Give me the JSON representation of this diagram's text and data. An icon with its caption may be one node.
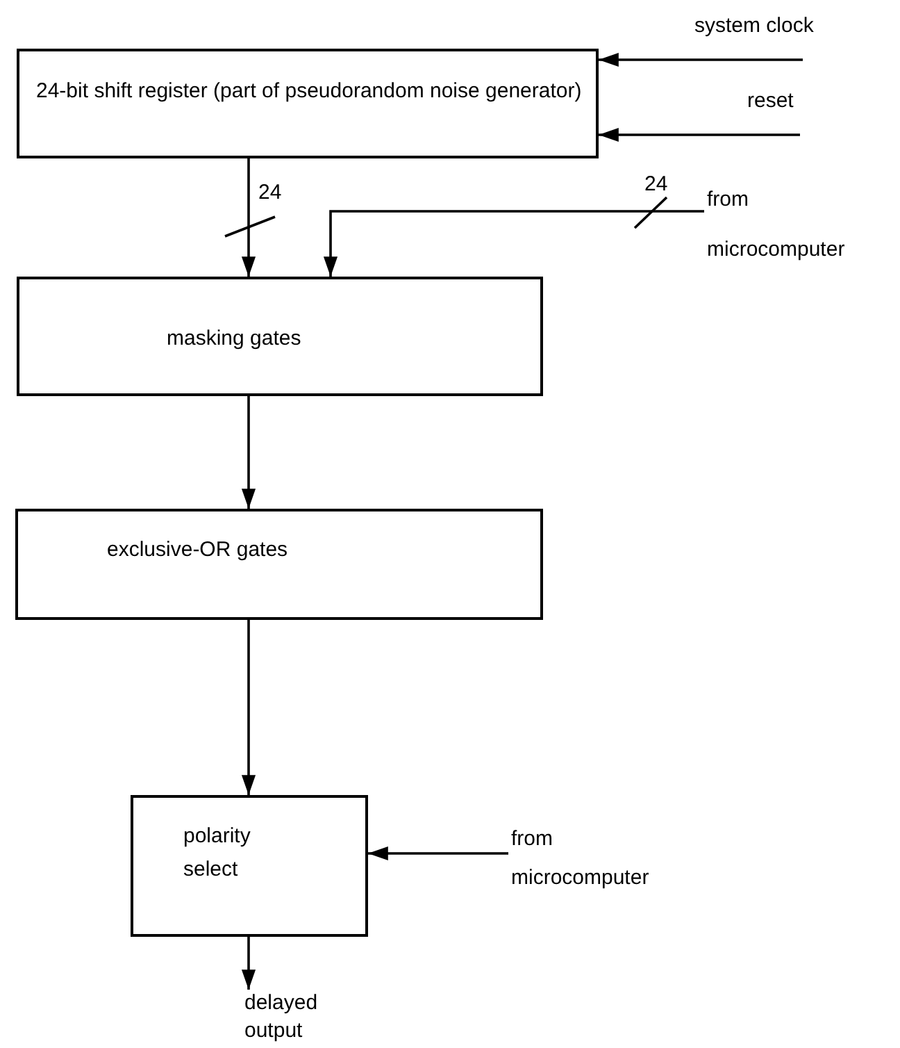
{
  "diagram": {
    "nodes": [
      {
        "text": [
          "24-bit shift register (part of pseudorandom noise generator)"
        ]
      },
      {
        "text": [
          "masking gates"
        ]
      },
      {
        "text": [
          "exclusive-OR gates"
        ]
      },
      {
        "text": [
          "polarity select"
        ]
      },
      {
        "text": [
          "system clock"
        ]
      },
      {
        "text": [
          "reset"
        ]
      },
      {
        "text": [
          "from microcomputer"
        ]
      },
      {
        "text": [
          "from microcomputer"
        ]
      },
      {
        "text": [
          "delayed output"
        ]
      }
    ],
    "edges": [
      {
        "from": 4,
        "to": 0,
        "arrow": "to"
      },
      {
        "from": 5,
        "to": 0,
        "arrow": "to"
      },
      {
        "from": 0,
        "to": 1,
        "arrow": "to",
        "label": "24"
      },
      {
        "from": 6,
        "to": 1,
        "arrow": "to",
        "label": "24"
      },
      {
        "from": 1,
        "to": 2,
        "arrow": "to"
      },
      {
        "from": 2,
        "to": 3,
        "arrow": "to"
      },
      {
        "from": 7,
        "to": 3,
        "arrow": "to"
      },
      {
        "from": 3,
        "to": 8,
        "arrow": "to"
      }
    ]
  }
}
